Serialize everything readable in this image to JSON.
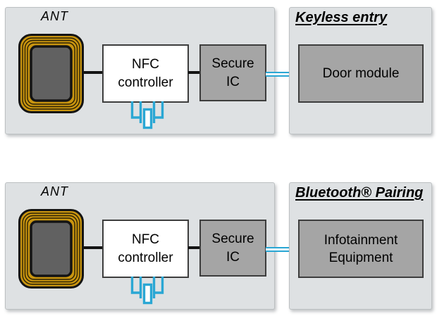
{
  "colors": {
    "page_bg": "#ffffff",
    "panel_bg": "#dee1e3",
    "panel_border": "#bcc0c2",
    "box_gray": "#a5a5a5",
    "box_border": "#3d3d3d",
    "accent_cyan": "#2aa7d4",
    "coil_gold": "#c9950f",
    "coil_core": "#616161",
    "wire_black": "#141414",
    "text_color": "#000000"
  },
  "icons": {
    "antenna": "antenna-coil-icon",
    "crystal": "crystal-oscillator-icon",
    "link": "secure-interface-link"
  },
  "rows": [
    {
      "ant_label": "ANT",
      "controller": {
        "line1": "NFC",
        "line2": "controller"
      },
      "secure": {
        "line1": "Secure",
        "line2": "IC"
      },
      "app": {
        "title": "Keyless entry",
        "line1": "Door module",
        "line2": ""
      }
    },
    {
      "ant_label": "ANT",
      "controller": {
        "line1": "NFC",
        "line2": "controller"
      },
      "secure": {
        "line1": "Secure",
        "line2": "IC"
      },
      "app": {
        "title": "Bluetooth® Pairing",
        "line1": "Infotainment",
        "line2": "Equipment"
      }
    }
  ]
}
